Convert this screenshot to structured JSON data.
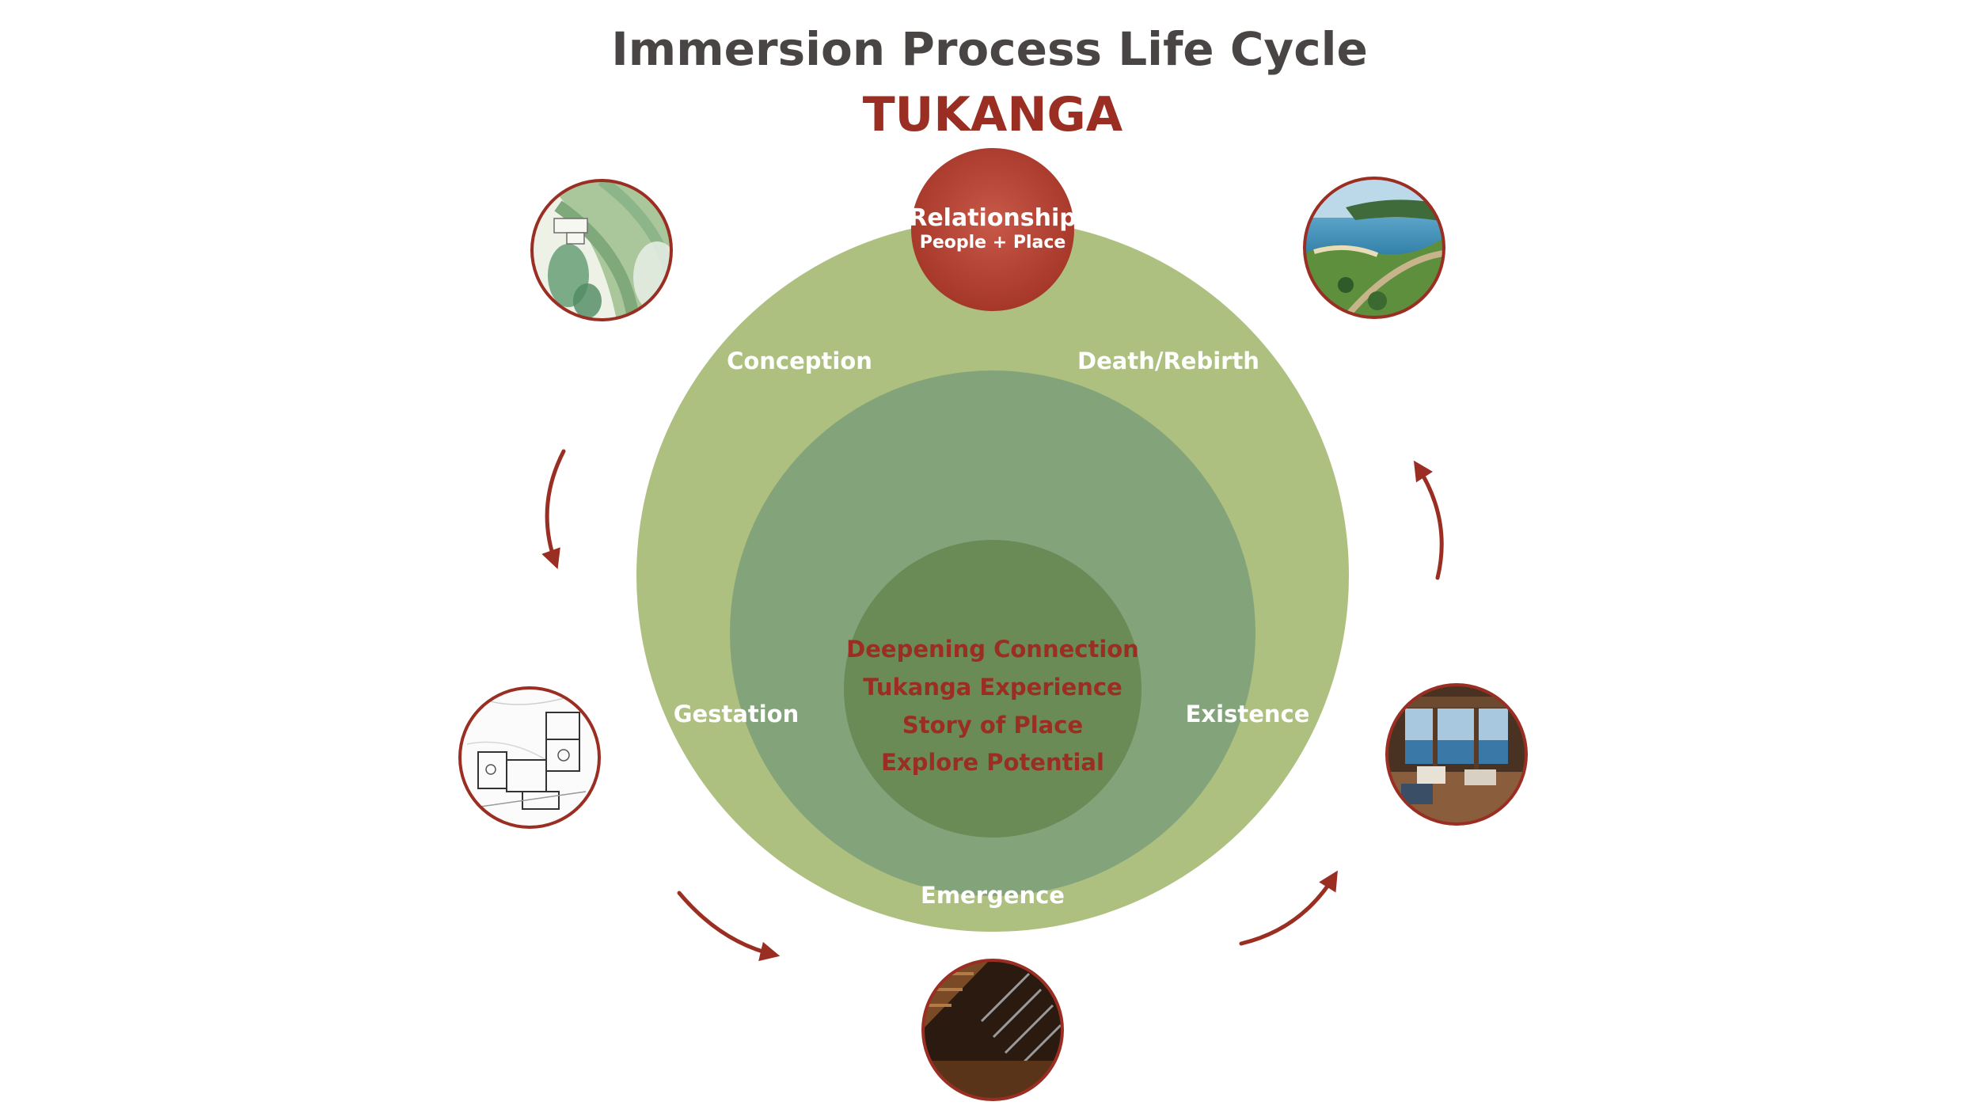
{
  "title": "Immersion Process Life Cycle",
  "subtitle": "TUKANGA",
  "colors": {
    "title": "#4a4545",
    "accent": "#9a2e22",
    "outer_ring": "#adc07f",
    "middle_ring": "#83a47b",
    "inner_core": "#6a8b56",
    "stage_text": "#ffffff"
  },
  "hub": {
    "title": "Relationship",
    "subtitle": "People + Place"
  },
  "stages": {
    "conception": "Conception",
    "death_rebirth": "Death/Rebirth",
    "gestation": "Gestation",
    "existence": "Existence",
    "emergence": "Emergence"
  },
  "core": {
    "lines": [
      "Deepening Connection",
      "Tukanga Experience",
      "Story of Place",
      "Explore Potential"
    ]
  },
  "photos": {
    "site_plan_watercolor": "site-plan-watercolor",
    "coastline_aerial": "coastline-aerial",
    "floor_plan_drawing": "floor-plan-drawing",
    "ocean_view_interior": "ocean-view-interior",
    "timber_stair_detail": "timber-stair-detail"
  }
}
